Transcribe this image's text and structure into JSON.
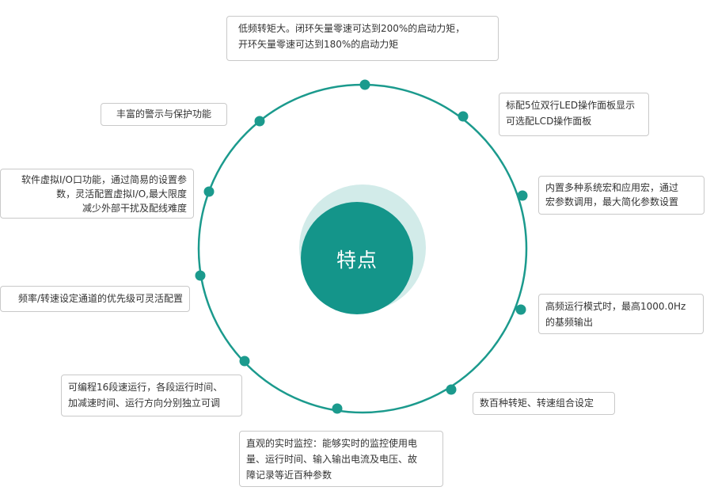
{
  "colors": {
    "ring": "#1b9a8d",
    "dot": "#1b9a8d",
    "center_fill": "#14958a",
    "center_halo": "#d2ebe9",
    "box_border": "#c9c9c9",
    "text": "#333333"
  },
  "center": {
    "label": "特点"
  },
  "features": [
    {
      "lines": [
        "低频转矩大。闭环矢量零速可达到200%的启动力矩，",
        "开环矢量零速可达到180%的启动力矩"
      ]
    },
    {
      "lines": [
        "标配5位双行LED操作面板显示",
        "可选配LCD操作面板"
      ]
    },
    {
      "lines": [
        "内置多种系统宏和应用宏，通过",
        "宏参数调用，最大简化参数设置"
      ]
    },
    {
      "lines": [
        "高频运行模式时，最高1000.0Hz",
        "的基频输出"
      ]
    },
    {
      "lines": [
        "数百种转矩、转速组合设定"
      ]
    },
    {
      "lines": [
        "直观的实时监控：能够实时的监控使用电",
        "量、运行时间、输入输出电流及电压、故",
        "障记录等近百种参数"
      ]
    },
    {
      "lines": [
        "可编程16段速运行，各段运行时间、",
        "加减速时间、运行方向分别独立可调"
      ]
    },
    {
      "lines": [
        "频率/转速设定通道的优先级可灵活配置"
      ]
    },
    {
      "lines": [
        "软件虚拟I/O口功能，通过简易的设置参",
        "数，灵活配置虚拟I/O,最大限度",
        "减少外部干扰及配线难度"
      ]
    },
    {
      "lines": [
        "丰富的警示与保护功能"
      ]
    }
  ]
}
